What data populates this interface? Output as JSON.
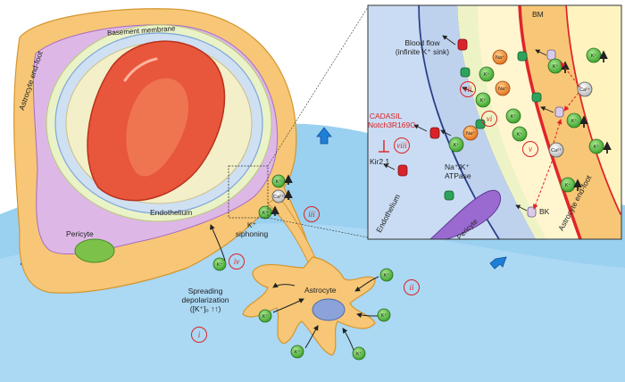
{
  "labels": {
    "astrocyte_endfoot_left": "Astrocyte end-foot",
    "basement_membrane": "Basement membrane",
    "pericyte": "Pericyte",
    "endothelium": "Endothelium",
    "k_siphoning": "K⁺\nsiphoning",
    "astrocyte": "Astrocyte",
    "spreading_depolarization": "Spreading\ndepolarization\n([K⁺]ₒ ↑↑)",
    "blood_flow": "Blood flow\n(infinite K⁺ sink)",
    "bm": "BM",
    "cadasil": "CADASIL\nNotch3R169C",
    "kir": "Kir2.1",
    "nak_atpase": "Na⁺/K⁺\nATPase",
    "endothelium_inset": "Endothelium",
    "pericyte_inset": "Pericyte",
    "bk": "BK",
    "astrocyte_endfoot_inset": "Astrocyte end-foot"
  },
  "roman": {
    "i": "i",
    "ii": "ii",
    "iii": "iii",
    "iv": "iv",
    "v": "v",
    "vi": "vi",
    "vii": "vii",
    "viii": "viii"
  },
  "ions": {
    "k": "K⁺",
    "na": "Na⁺",
    "ca": "Ca²⁺"
  },
  "colors": {
    "ecs": "#9ad0f0",
    "endfoot": "#f7c777",
    "pericyte": "#ddb8e6",
    "rbc": "#e8563b",
    "potassium": "#5cc24a",
    "sodium": "#f0882e",
    "calcium": "#cccccc",
    "membrane_red": "#e0242a",
    "membrane_blue": "#2a3e88"
  }
}
